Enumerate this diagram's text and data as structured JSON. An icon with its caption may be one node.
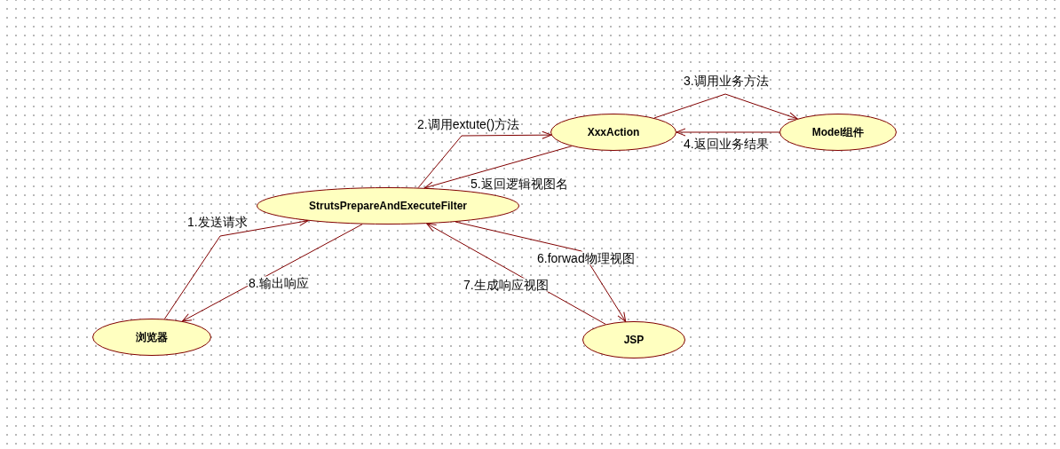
{
  "diagram": {
    "nodes": [
      {
        "text": [
          "XxxAction"
        ]
      },
      {
        "text": [
          "Model组件"
        ]
      },
      {
        "text": [
          "StrutsPrepareAndExecuteFilter"
        ]
      },
      {
        "text": [
          "浏览器"
        ]
      },
      {
        "text": [
          "JSP"
        ]
      }
    ],
    "edges": [
      {
        "from": 3,
        "to": 2,
        "arrow": "to",
        "label": "1.发送请求"
      },
      {
        "from": 2,
        "to": 0,
        "arrow": "to",
        "label": "2.调用extute()方法"
      },
      {
        "from": 0,
        "to": 1,
        "arrow": "to",
        "label": "3.调用业务方法"
      },
      {
        "from": 1,
        "to": 0,
        "arrow": "to",
        "label": "4.返回业务结果"
      },
      {
        "from": 0,
        "to": 2,
        "arrow": "to",
        "label": "5.返回逻辑视图名"
      },
      {
        "from": 2,
        "to": 4,
        "arrow": "to",
        "label": "6.forwad物理视图"
      },
      {
        "from": 4,
        "to": 2,
        "arrow": "to",
        "label": "7.生成响应视图"
      },
      {
        "from": 2,
        "to": 3,
        "arrow": "to",
        "label": "8.输出响应"
      }
    ]
  }
}
